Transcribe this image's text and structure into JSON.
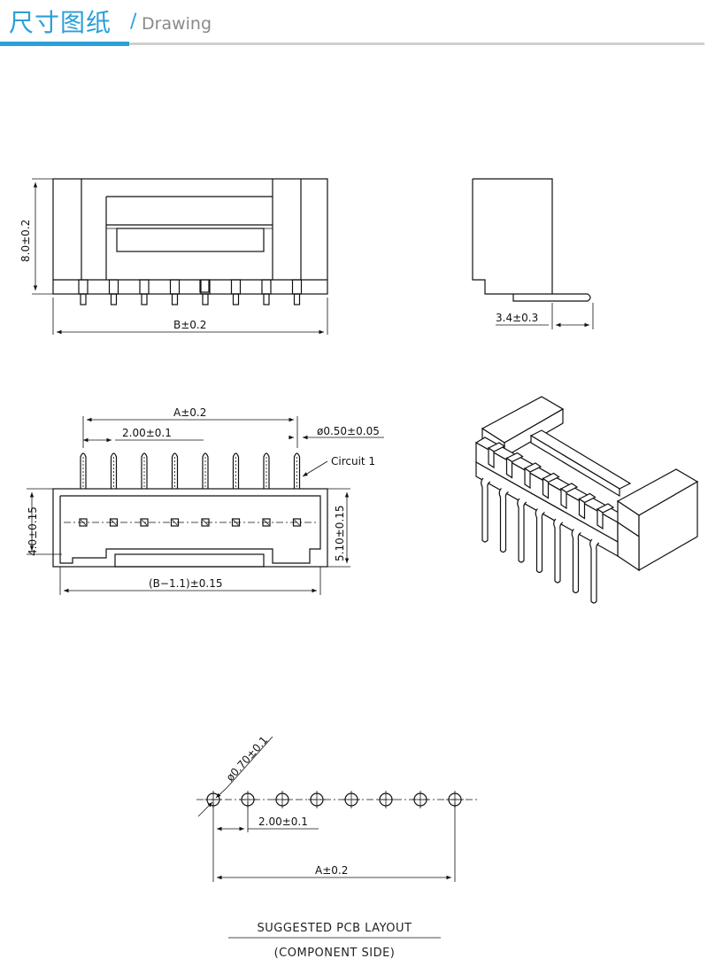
{
  "header": {
    "title_cn": "尺寸图纸",
    "separator": "/",
    "title_en": "Drawing"
  },
  "colors": {
    "accent": "#2a9fd8",
    "rule_grey": "#cfcfcf",
    "line": "#111111"
  },
  "front_view": {
    "height_dim": "8.0±0.2",
    "width_dim": "B±0.2"
  },
  "side_view": {
    "depth_dim": "3.4±0.3"
  },
  "bottom_view": {
    "span_dim": "A±0.2",
    "pitch_dim": "2.00±0.1",
    "pin_dim": "ø0.50±0.05",
    "circuit_label": "Circuit  1",
    "left_height_dim": "4.0±0.15",
    "right_height_dim": "5.10±0.15",
    "body_width_dim": "(B−1.1)±0.15"
  },
  "pcb_layout": {
    "hole_dim": "ø0.70±0.1",
    "pitch_dim": "2.00±0.1",
    "span_dim": "A±0.2",
    "caption_line1": "SUGGESTED  PCB  LAYOUT",
    "caption_line2": "(COMPONENT  SIDE)"
  }
}
